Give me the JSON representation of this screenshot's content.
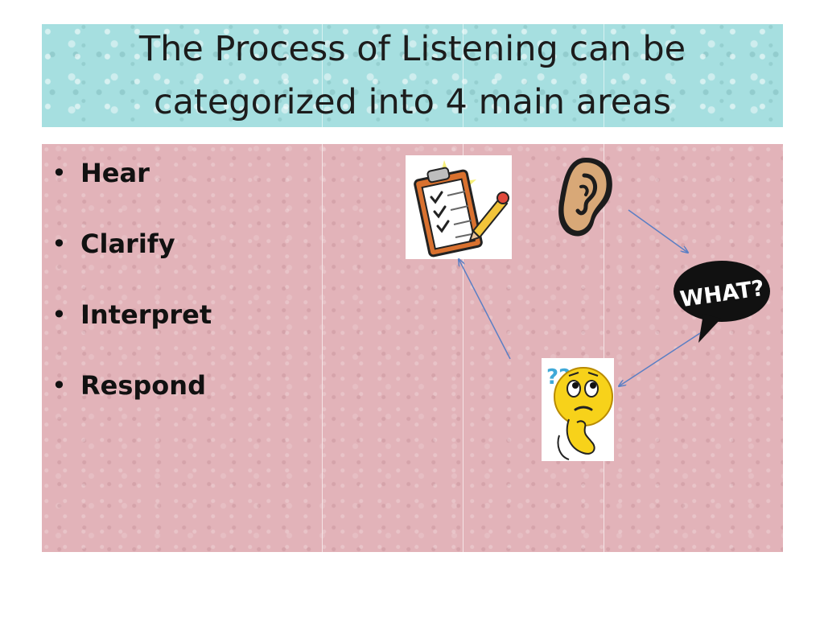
{
  "slide": {
    "title": "The Process of Listening can be categorized into 4 main areas",
    "bullets": [
      {
        "label": "Hear"
      },
      {
        "label": "Clarify"
      },
      {
        "label": "Interpret"
      },
      {
        "label": "Respond"
      }
    ],
    "bullet_glyph": "•"
  },
  "clipart": {
    "clipboard": {
      "icon": "clipboard-checklist-icon"
    },
    "ear": {
      "icon": "ear-icon"
    },
    "speech_bubble": {
      "icon": "speech-bubble-icon",
      "text": "WHAT?"
    },
    "thinking_face": {
      "icon": "thinking-face-icon",
      "marks": "??"
    }
  },
  "colors": {
    "title_band": "#a6dfe0",
    "body_background": "#e2b3b9",
    "arrow": "#5b7fc4",
    "text": "#111111"
  }
}
